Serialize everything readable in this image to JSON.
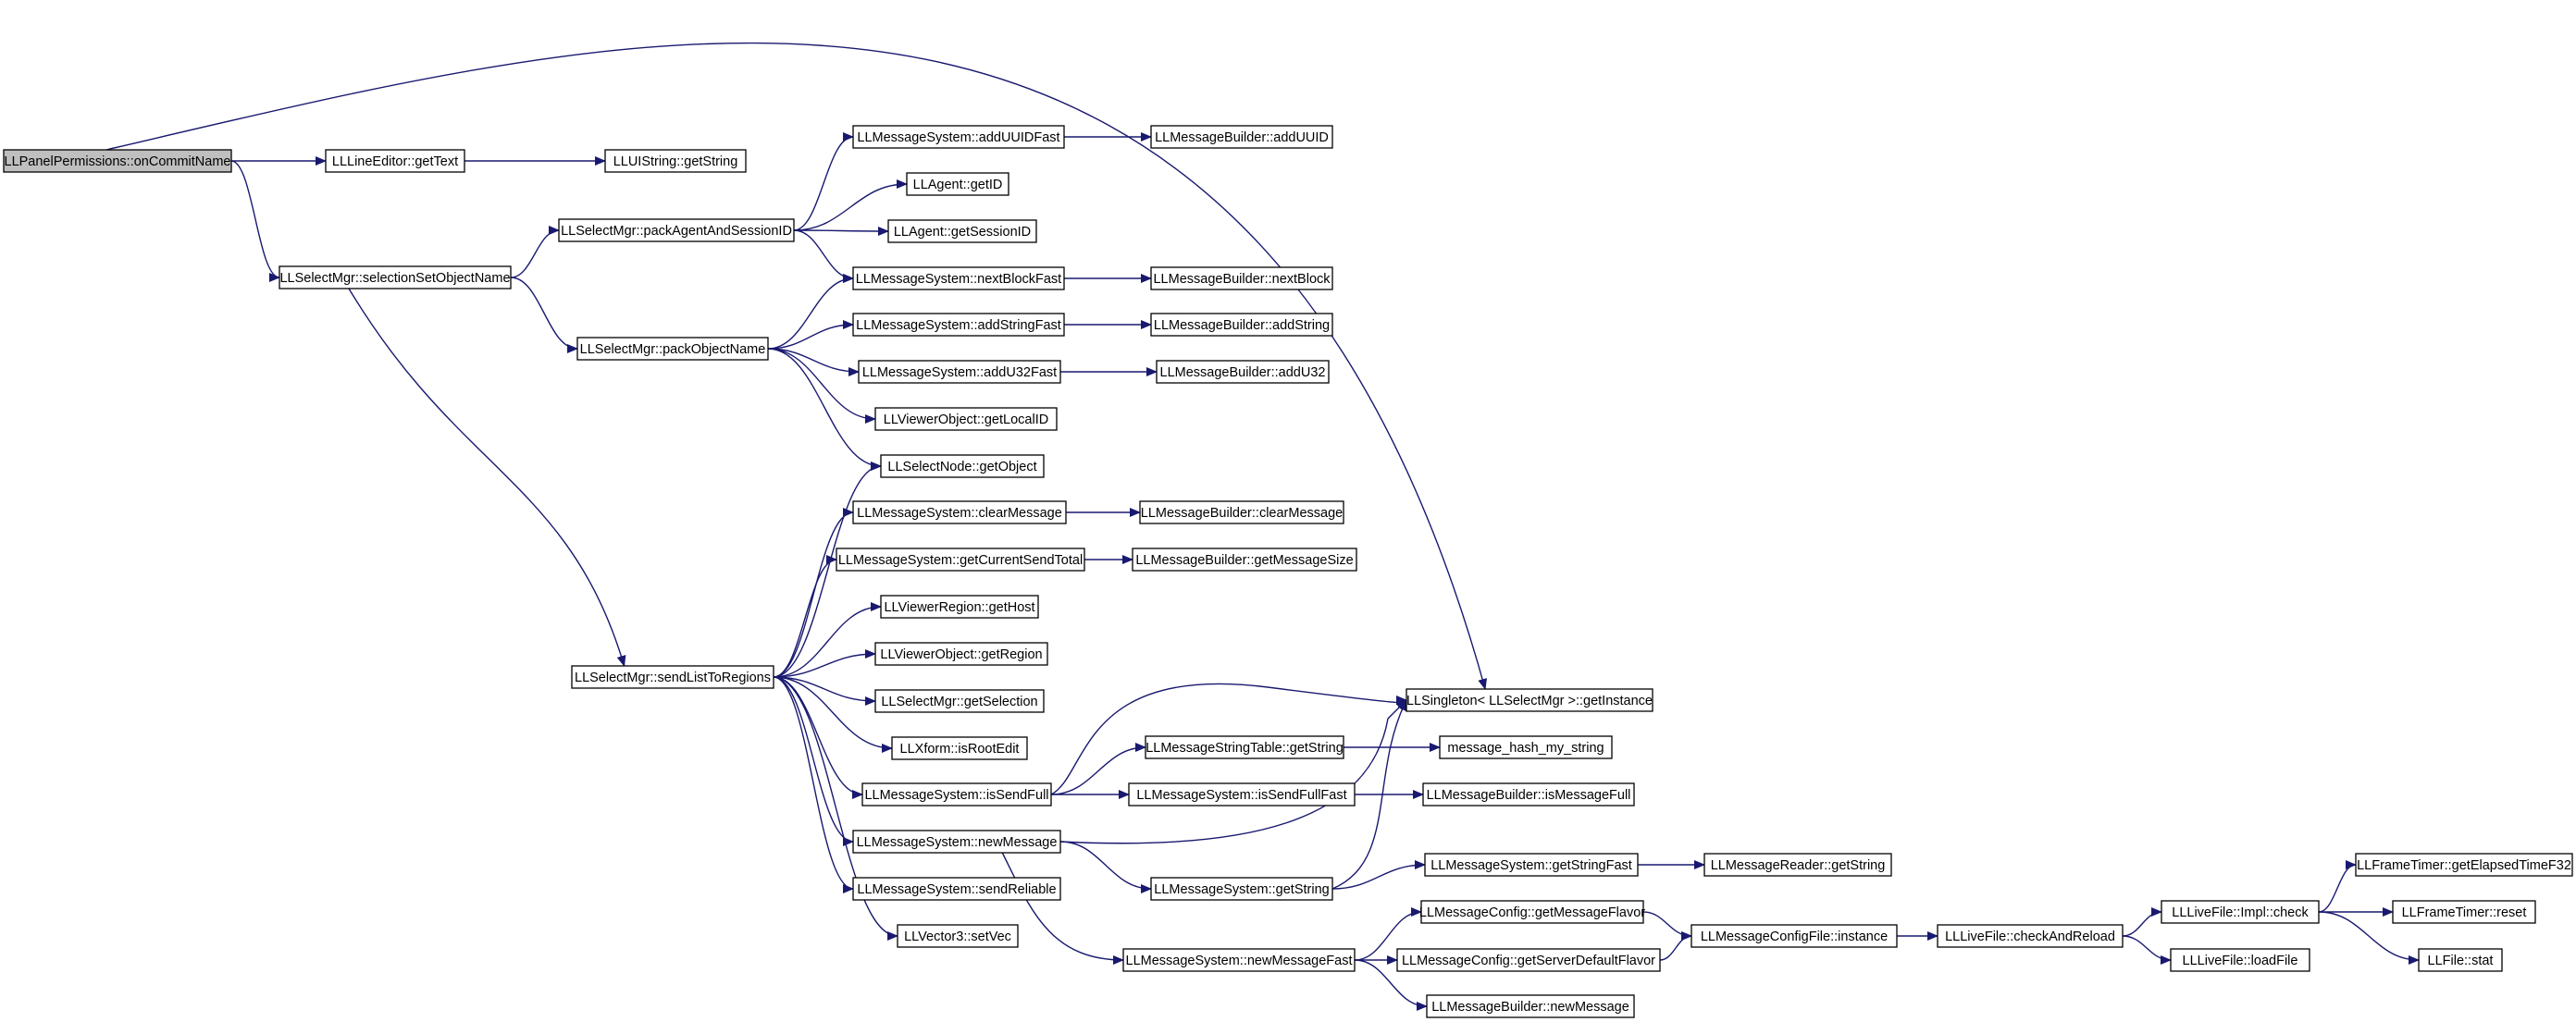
{
  "colors": {
    "edge": "#191970",
    "node_border": "#000000",
    "root_fill": "#bfbfbf",
    "node_fill": "#ffffff",
    "truncated_border": "#ff0000"
  },
  "nodes": [
    {
      "id": "root",
      "label": "LLPanelPermissions::onCommitName",
      "style": "root"
    },
    {
      "id": "lle_gettext",
      "label": "LLLineEditor::getText"
    },
    {
      "id": "llui_getstring",
      "label": "LLUIString::getString"
    },
    {
      "id": "sel_setobjname",
      "label": "LLSelectMgr::selectionSetObjectName"
    },
    {
      "id": "sel_packagent",
      "label": "LLSelectMgr::packAgentAndSessionID"
    },
    {
      "id": "sel_packobjname",
      "label": "LLSelectMgr::packObjectName"
    },
    {
      "id": "sel_sendlist",
      "label": "LLSelectMgr::sendListToRegions"
    },
    {
      "id": "msg_adduuidfast",
      "label": "LLMessageSystem::addUUIDFast"
    },
    {
      "id": "mb_adduuid",
      "label": "LLMessageBuilder::addUUID"
    },
    {
      "id": "agent_getid",
      "label": "LLAgent::getID"
    },
    {
      "id": "agent_getsession",
      "label": "LLAgent::getSessionID"
    },
    {
      "id": "msg_nextblockfast",
      "label": "LLMessageSystem::nextBlockFast"
    },
    {
      "id": "mb_nextblock",
      "label": "LLMessageBuilder::nextBlock"
    },
    {
      "id": "msg_addstringfast",
      "label": "LLMessageSystem::addStringFast"
    },
    {
      "id": "mb_addstring",
      "label": "LLMessageBuilder::addString"
    },
    {
      "id": "msg_addu32fast",
      "label": "LLMessageSystem::addU32Fast"
    },
    {
      "id": "mb_addu32",
      "label": "LLMessageBuilder::addU32"
    },
    {
      "id": "vo_getlocalid",
      "label": "LLViewerObject::getLocalID"
    },
    {
      "id": "sn_getobject",
      "label": "LLSelectNode::getObject"
    },
    {
      "id": "msg_clear",
      "label": "LLMessageSystem::clearMessage"
    },
    {
      "id": "mb_clear",
      "label": "LLMessageBuilder::clearMessage"
    },
    {
      "id": "msg_cursend",
      "label": "LLMessageSystem::getCurrentSendTotal"
    },
    {
      "id": "mb_getsize",
      "label": "LLMessageBuilder::getMessageSize"
    },
    {
      "id": "vr_gethost",
      "label": "LLViewerRegion::getHost"
    },
    {
      "id": "vo_getregion",
      "label": "LLViewerObject::getRegion"
    },
    {
      "id": "sel_getselection",
      "label": "LLSelectMgr::getSelection"
    },
    {
      "id": "xform_isroot",
      "label": "LLXform::isRootEdit"
    },
    {
      "id": "msg_issendfull",
      "label": "LLMessageSystem::isSendFull"
    },
    {
      "id": "msg_newmessage",
      "label": "LLMessageSystem::newMessage"
    },
    {
      "id": "msg_sendreliable",
      "label": "LLMessageSystem::sendReliable"
    },
    {
      "id": "vec_setvec",
      "label": "LLVector3::setVec"
    },
    {
      "id": "singleton",
      "label": "LLSingleton< LLSelectMgr >::getInstance"
    },
    {
      "id": "mst_getstring",
      "label": "LLMessageStringTable::getString"
    },
    {
      "id": "hash_mystring",
      "label": "message_hash_my_string"
    },
    {
      "id": "msg_issendfullfast",
      "label": "LLMessageSystem::isSendFullFast"
    },
    {
      "id": "mb_ismsgfull",
      "label": "LLMessageBuilder::isMessageFull"
    },
    {
      "id": "msg_getstring",
      "label": "LLMessageSystem::getString"
    },
    {
      "id": "msg_getstringfast",
      "label": "LLMessageSystem::getStringFast"
    },
    {
      "id": "mr_getstring",
      "label": "LLMessageReader::getString"
    },
    {
      "id": "msg_newmsgfast",
      "label": "LLMessageSystem::newMessageFast"
    },
    {
      "id": "mc_getflavor",
      "label": "LLMessageConfig::getMessageFlavor"
    },
    {
      "id": "mc_getserverflavor",
      "label": "LLMessageConfig::getServerDefaultFlavor"
    },
    {
      "id": "mb_newmessage",
      "label": "LLMessageBuilder::newMessage"
    },
    {
      "id": "mcf_instance",
      "label": "LLMessageConfigFile::instance"
    },
    {
      "id": "lf_checkreload",
      "label": "LLLiveFile::checkAndReload"
    },
    {
      "id": "lf_impl_check",
      "label": "LLLiveFile::Impl::check"
    },
    {
      "id": "lf_loadfile",
      "label": "LLLiveFile::loadFile"
    },
    {
      "id": "ft_getelapsed",
      "label": "LLFrameTimer::getElapsedTimeF32"
    },
    {
      "id": "ft_reset",
      "label": "LLFrameTimer::reset"
    },
    {
      "id": "file_stat",
      "label": "LLFile::stat",
      "style": "truncated"
    }
  ],
  "edges": [
    [
      "root",
      "lle_gettext"
    ],
    [
      "root",
      "sel_setobjname"
    ],
    [
      "root",
      "singleton"
    ],
    [
      "lle_gettext",
      "llui_getstring"
    ],
    [
      "sel_setobjname",
      "sel_packagent"
    ],
    [
      "sel_setobjname",
      "sel_packobjname"
    ],
    [
      "sel_setobjname",
      "sel_sendlist"
    ],
    [
      "sel_packagent",
      "msg_adduuidfast"
    ],
    [
      "sel_packagent",
      "agent_getid"
    ],
    [
      "sel_packagent",
      "agent_getsession"
    ],
    [
      "sel_packagent",
      "msg_nextblockfast"
    ],
    [
      "msg_adduuidfast",
      "mb_adduuid"
    ],
    [
      "msg_nextblockfast",
      "mb_nextblock"
    ],
    [
      "sel_packobjname",
      "msg_nextblockfast"
    ],
    [
      "sel_packobjname",
      "msg_addstringfast"
    ],
    [
      "sel_packobjname",
      "msg_addu32fast"
    ],
    [
      "sel_packobjname",
      "vo_getlocalid"
    ],
    [
      "sel_packobjname",
      "sn_getobject"
    ],
    [
      "msg_addstringfast",
      "mb_addstring"
    ],
    [
      "msg_addu32fast",
      "mb_addu32"
    ],
    [
      "sel_sendlist",
      "sn_getobject"
    ],
    [
      "sel_sendlist",
      "msg_clear"
    ],
    [
      "sel_sendlist",
      "msg_cursend"
    ],
    [
      "sel_sendlist",
      "vr_gethost"
    ],
    [
      "sel_sendlist",
      "vo_getregion"
    ],
    [
      "sel_sendlist",
      "sel_getselection"
    ],
    [
      "sel_sendlist",
      "xform_isroot"
    ],
    [
      "sel_sendlist",
      "msg_issendfull"
    ],
    [
      "sel_sendlist",
      "msg_newmessage"
    ],
    [
      "sel_sendlist",
      "msg_sendreliable"
    ],
    [
      "sel_sendlist",
      "vec_setvec"
    ],
    [
      "msg_clear",
      "mb_clear"
    ],
    [
      "msg_cursend",
      "mb_getsize"
    ],
    [
      "msg_issendfull",
      "singleton"
    ],
    [
      "msg_issendfull",
      "mst_getstring"
    ],
    [
      "msg_issendfull",
      "msg_issendfullfast"
    ],
    [
      "msg_newmessage",
      "singleton"
    ],
    [
      "msg_newmessage",
      "msg_getstring"
    ],
    [
      "msg_newmessage",
      "msg_newmsgfast"
    ],
    [
      "mst_getstring",
      "hash_mystring"
    ],
    [
      "msg_issendfullfast",
      "mb_ismsgfull"
    ],
    [
      "msg_getstring",
      "singleton"
    ],
    [
      "msg_getstring",
      "msg_getstringfast"
    ],
    [
      "msg_getstringfast",
      "mr_getstring"
    ],
    [
      "msg_newmsgfast",
      "mc_getflavor"
    ],
    [
      "msg_newmsgfast",
      "mc_getserverflavor"
    ],
    [
      "msg_newmsgfast",
      "mb_newmessage"
    ],
    [
      "mc_getflavor",
      "mcf_instance"
    ],
    [
      "mc_getserverflavor",
      "mcf_instance"
    ],
    [
      "mcf_instance",
      "lf_checkreload"
    ],
    [
      "lf_checkreload",
      "lf_impl_check"
    ],
    [
      "lf_checkreload",
      "lf_loadfile"
    ],
    [
      "lf_impl_check",
      "ft_getelapsed"
    ],
    [
      "lf_impl_check",
      "ft_reset"
    ],
    [
      "lf_impl_check",
      "file_stat"
    ]
  ]
}
